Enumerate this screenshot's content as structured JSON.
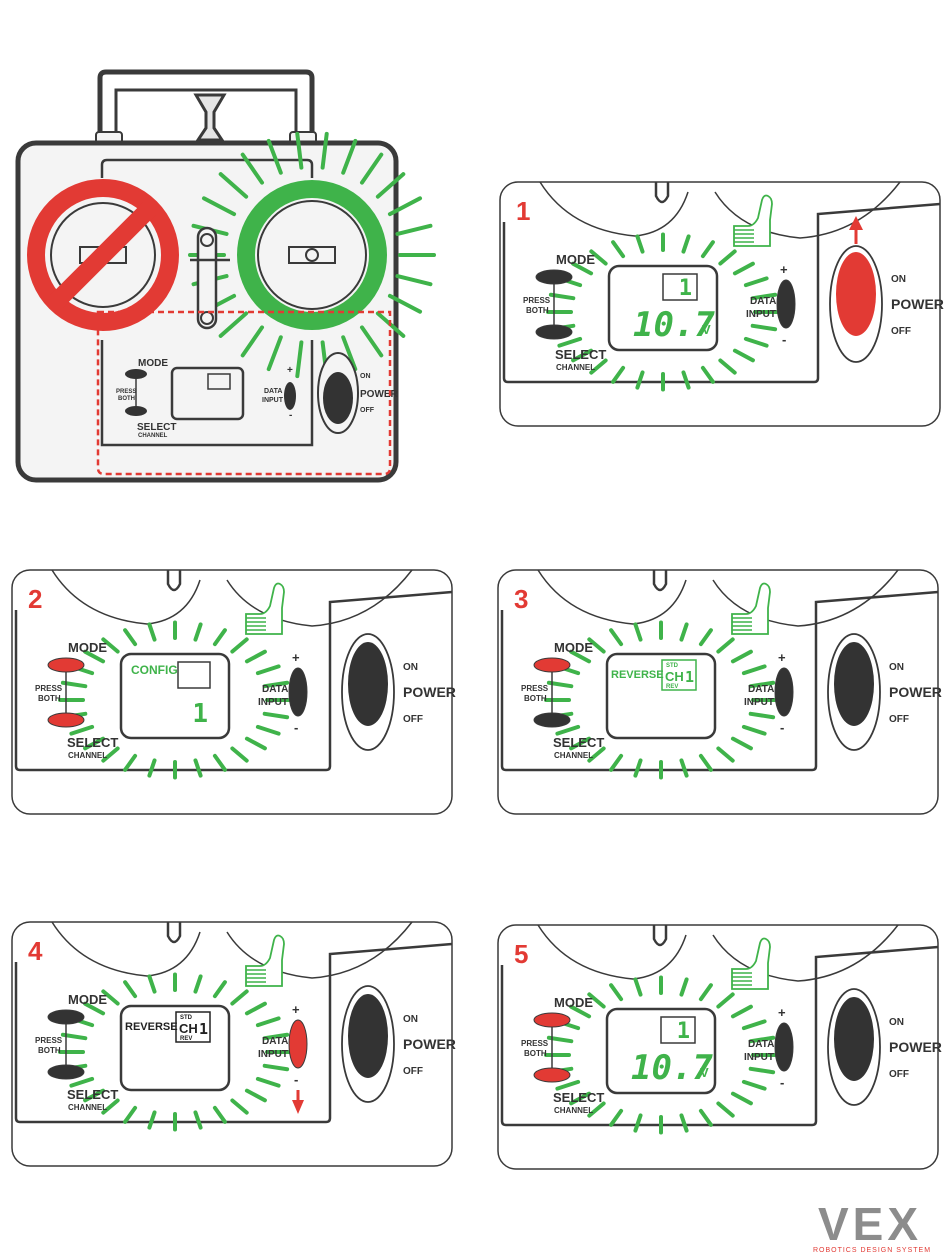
{
  "colors": {
    "outline": "#3a3a3a",
    "panel_fill": "#f4f4f4",
    "green": "#3fb34a",
    "red": "#e23a34",
    "dark_button": "#333333",
    "logo_gray": "#8c8c8c",
    "logo_red": "#e23a34"
  },
  "overview": {
    "mode_label": "MODE",
    "press_label": "PRESS",
    "both_label": "BOTH",
    "select_label": "SELECT",
    "channel_label": "CHANNEL",
    "data_label": "DATA",
    "input_label": "INPUT",
    "plus": "+",
    "minus": "-",
    "on_label": "ON",
    "power_label": "POWER",
    "off_label": "OFF",
    "prohibited_icon": "no-sign-icon",
    "highlight_icon": "glowing-ring-icon"
  },
  "panel_labels": {
    "mode": "MODE",
    "press": "PRESS",
    "both": "BOTH",
    "select": "SELECT",
    "channel": "CHANNEL",
    "data": "DATA",
    "input": "INPUT",
    "plus": "+",
    "minus": "-",
    "on": "ON",
    "power": "POWER",
    "off": "OFF"
  },
  "steps": [
    {
      "number": "1",
      "mode_pressed": false,
      "select_pressed": false,
      "data_pressed": false,
      "power_pressed": true,
      "lcd_channel": "1",
      "lcd_voltage": "10.7",
      "lcd_unit": "V",
      "arrow": "power-up"
    },
    {
      "number": "2",
      "mode_pressed": true,
      "select_pressed": true,
      "data_pressed": false,
      "power_pressed": false,
      "lcd_word": "CONFIG",
      "lcd_channel": "1"
    },
    {
      "number": "3",
      "mode_pressed": true,
      "select_pressed": false,
      "data_pressed": false,
      "power_pressed": false,
      "lcd_word": "REVERSE",
      "lcd_std": "STD",
      "lcd_ch": "CH",
      "lcd_ch_num": "1",
      "lcd_rev": "REV",
      "lcd_word_color": "green"
    },
    {
      "number": "4",
      "mode_pressed": false,
      "select_pressed": false,
      "data_pressed": true,
      "power_pressed": false,
      "lcd_word": "REVERSE",
      "lcd_std": "STD",
      "lcd_ch": "CH",
      "lcd_ch_num": "1",
      "lcd_rev": "REV",
      "lcd_word_color": "black",
      "arrow": "data-down"
    },
    {
      "number": "5",
      "mode_pressed": true,
      "select_pressed": true,
      "data_pressed": false,
      "power_pressed": false,
      "lcd_channel": "1",
      "lcd_voltage": "10.7",
      "lcd_unit": "V"
    }
  ],
  "logo": {
    "brand": "VEX",
    "tagline": "ROBOTICS DESIGN SYSTEM"
  }
}
